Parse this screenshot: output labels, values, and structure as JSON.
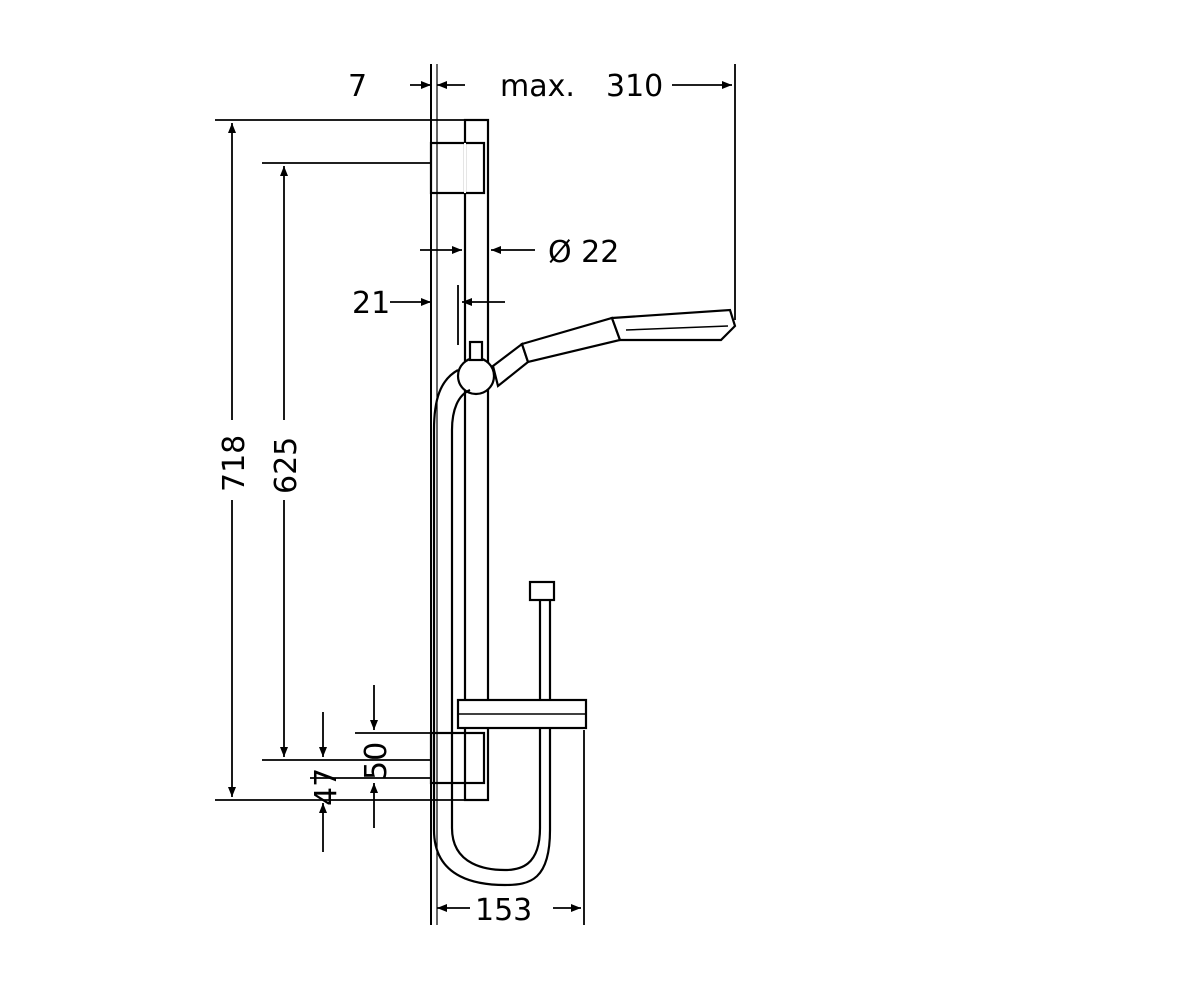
{
  "dimensions": {
    "wall_offset": "7",
    "max_label": "max.",
    "max_reach": "310",
    "rail_diameter": "Ø 22",
    "rail_offset": "21",
    "total_height": "718",
    "bracket_spacing": "625",
    "lower_bracket_height": "50",
    "bottom_offset": "47",
    "hose_width": "153"
  }
}
